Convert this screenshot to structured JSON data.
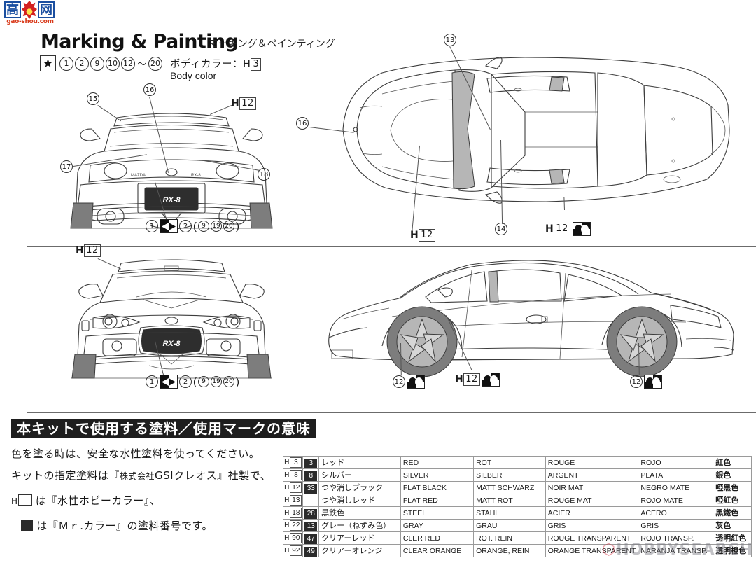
{
  "watermark": {
    "logo_char_left": "高",
    "logo_char_right": "网",
    "logo_url": "gao-shou.com",
    "bottom_right": "HOBBYSEARCH"
  },
  "header": {
    "title_en": "Marking & Painting",
    "title_jp": "マーキング＆ペインティング",
    "star_glyph": "★",
    "part_numbers": [
      "1",
      "2",
      "9",
      "10",
      "12"
    ],
    "range_tilde": "～",
    "part_range_end": "20",
    "body_color_jp": "ボディカラー：",
    "body_color_h_prefix": "H",
    "body_color_h_value": "3",
    "body_color_en": "Body color"
  },
  "views": {
    "rear": {
      "name_callouts": [
        "15",
        "16",
        "17",
        "18"
      ],
      "h_label": {
        "prefix": "H",
        "value": "12"
      },
      "badge_text": "RX-8",
      "marker_row": {
        "left_number": "1",
        "right_number": "2",
        "paren_open": "(",
        "paren_numbers": [
          "9",
          "19",
          "20"
        ],
        "paren_close": ")"
      }
    },
    "front": {
      "h_label": {
        "prefix": "H",
        "value": "12"
      },
      "badge_text": "RX-8",
      "marker_row": {
        "left_number": "1",
        "right_number": "2",
        "paren_open": "(",
        "paren_numbers": [
          "9",
          "19",
          "20"
        ],
        "paren_close": ")"
      }
    },
    "top": {
      "callouts": [
        "13",
        "14",
        "16"
      ],
      "h_label_left": {
        "prefix": "H",
        "value": "12"
      },
      "h_label_right": {
        "prefix": "H",
        "value": "12"
      }
    },
    "side": {
      "wheel_callout_front": "12",
      "wheel_callout_rear": "12",
      "h_label": {
        "prefix": "H",
        "value": "12"
      }
    }
  },
  "section": {
    "banner": "本キットで使用する塗料／使用マークの意味",
    "line1": "色を塗る時は、安全な水性塗料を使ってください。",
    "line2_a": "キットの指定塗料は『",
    "line2_small": "株式会社",
    "line2_b": "GSIクレオス",
    "line2_c": "』社製で、",
    "line3_prefix": "H",
    "line3_rest": "は『水性ホビーカラー』、",
    "line4_rest": "は『Ｍｒ.カラー』の塗料番号です。"
  },
  "paint_table": {
    "columns": [
      "h_code",
      "mr_code",
      "jp",
      "en",
      "de",
      "fr",
      "es",
      "cn"
    ],
    "h_prefix": "H",
    "rows": [
      {
        "h": "3",
        "mr": "3",
        "jp": "レッド",
        "en": "RED",
        "de": "ROT",
        "fr": "ROUGE",
        "es": "ROJO",
        "cn": "紅色"
      },
      {
        "h": "8",
        "mr": "8",
        "jp": "シルバー",
        "en": "SILVER",
        "de": "SILBER",
        "fr": "ARGENT",
        "es": "PLATA",
        "cn": "銀色"
      },
      {
        "h": "12",
        "mr": "33",
        "jp": "つや消しブラック",
        "en": "FLAT BLACK",
        "de": "MATT SCHWARZ",
        "fr": "NOIR MAT",
        "es": "NEGRO MATE",
        "cn": "啞黑色"
      },
      {
        "h": "13",
        "mr": "",
        "jp": "つや消しレッド",
        "en": "FLAT RED",
        "de": "MATT ROT",
        "fr": "ROUGE MAT",
        "es": "ROJO MATE",
        "cn": "啞紅色"
      },
      {
        "h": "18",
        "mr": "28",
        "jp": "黒鉄色",
        "en": "STEEL",
        "de": "STAHL",
        "fr": "ACIER",
        "es": "ACERO",
        "cn": "黑鐵色"
      },
      {
        "h": "22",
        "mr": "13",
        "jp": "グレー（ねずみ色）",
        "en": "GRAY",
        "de": "GRAU",
        "fr": "GRIS",
        "es": "GRIS",
        "cn": "灰色"
      },
      {
        "h": "90",
        "mr": "47",
        "jp": "クリアーレッド",
        "en": "CLER RED",
        "de": "ROT. REIN",
        "fr": "ROUGE TRANSPARENT",
        "es": "ROJO TRANSP.",
        "cn": "透明紅色"
      },
      {
        "h": "92",
        "mr": "49",
        "jp": "クリアーオレンジ",
        "en": "CLEAR ORANGE",
        "de": "ORANGE, REIN",
        "fr": "ORANGE TRANSPARENT",
        "es": "NARANJA TRANSP.",
        "cn": "透明橙色"
      }
    ]
  }
}
